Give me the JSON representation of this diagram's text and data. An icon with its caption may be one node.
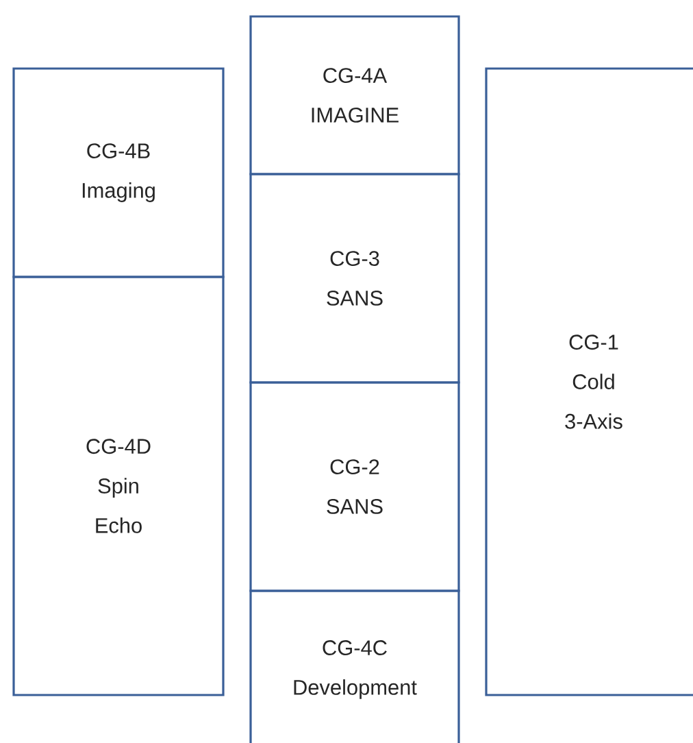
{
  "diagram": {
    "nodes": [
      {
        "text": [
          "CG-4B",
          "Imaging"
        ]
      },
      {
        "text": [
          "CG-4D",
          "Spin Echo"
        ]
      },
      {
        "text": [
          "CG-4A",
          "IMAGINE"
        ]
      },
      {
        "text": [
          "CG-3",
          "SANS"
        ]
      },
      {
        "text": [
          "CG-2",
          "SANS"
        ]
      },
      {
        "text": [
          "CG-4C",
          "Development"
        ]
      },
      {
        "text": [
          "CG-1",
          "Cold 3-Axis"
        ]
      }
    ]
  }
}
